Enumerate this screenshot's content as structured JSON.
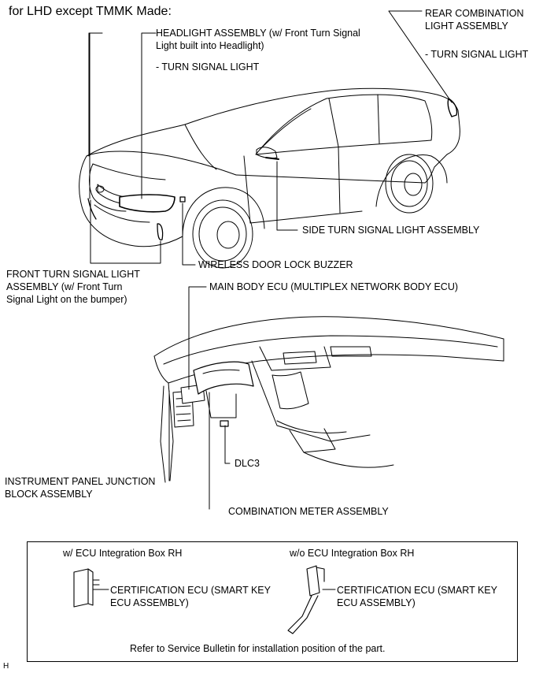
{
  "title": "for LHD except TMMK Made:",
  "labels": {
    "headlight": "HEADLIGHT ASSEMBLY (w/ Front Turn Signal\nLight built into Headlight)",
    "headlight_sub": "- TURN SIGNAL LIGHT",
    "rear_combination": "REAR COMBINATION\nLIGHT ASSEMBLY",
    "rear_sub": "- TURN SIGNAL LIGHT",
    "side_turn": "SIDE TURN SIGNAL LIGHT ASSEMBLY",
    "front_turn": "FRONT TURN SIGNAL LIGHT\nASSEMBLY (w/ Front Turn\nSignal Light on the bumper)",
    "wireless_buzzer": "WIRELESS DOOR LOCK BUZZER",
    "main_body_ecu": "MAIN BODY ECU (MULTIPLEX NETWORK BODY ECU)",
    "dlc3": "DLC3",
    "ip_junction": "INSTRUMENT PANEL JUNCTION\nBLOCK ASSEMBLY",
    "combination_meter": "COMBINATION METER ASSEMBLY"
  },
  "box": {
    "with_header": "w/ ECU Integration Box RH",
    "without_header": "w/o ECU Integration Box RH",
    "cert_with": "CERTIFICATION ECU (SMART KEY\nECU ASSEMBLY)",
    "cert_without": "CERTIFICATION ECU (SMART KEY\nECU ASSEMBLY)",
    "note": "Refer to Service Bulletin for installation position of the part."
  },
  "corner_mark": "H"
}
